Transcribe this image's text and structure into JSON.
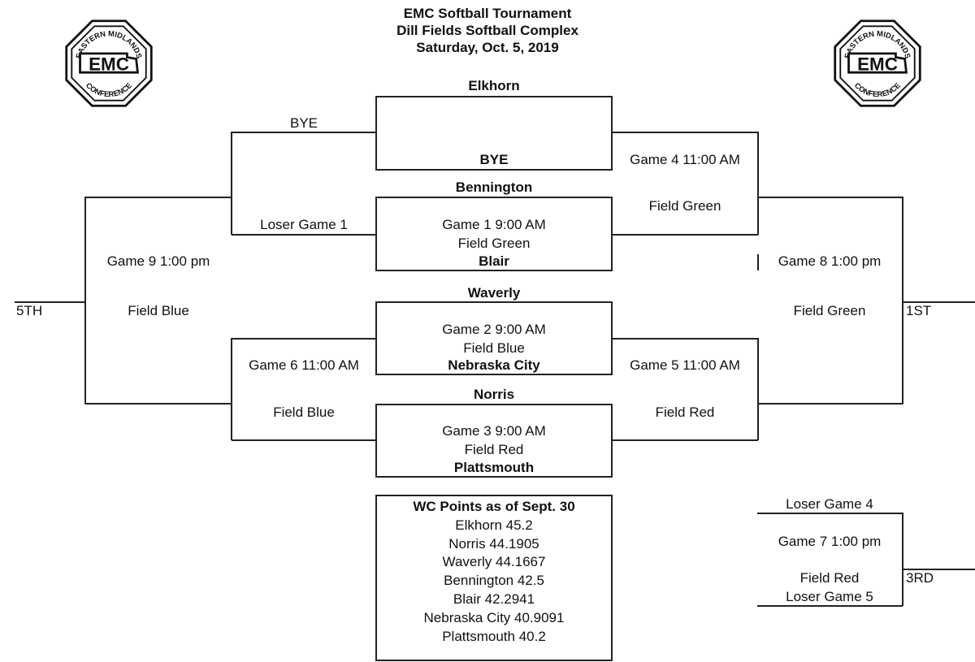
{
  "header": {
    "line1": "EMC Softball Tournament",
    "line2": "Dill Fields Softball Complex",
    "line3": "Saturday, Oct. 5, 2019"
  },
  "logo": {
    "top_text": "EASTERN MIDLANDS",
    "center_text": "EMC",
    "bottom_text": "CONFERENCE"
  },
  "teams": {
    "elkhorn": "Elkhorn",
    "bye": "BYE",
    "bennington": "Bennington",
    "blair": "Blair",
    "waverly": "Waverly",
    "nebraska_city": "Nebraska City",
    "norris": "Norris",
    "plattsmouth": "Plattsmouth"
  },
  "games": {
    "game1": {
      "time": "Game 1  9:00 AM",
      "field": "Field Green"
    },
    "game2": {
      "time": "Game 2  9:00 AM",
      "field": "Field Blue"
    },
    "game3": {
      "time": "Game 3  9:00 AM",
      "field": "Field Red"
    },
    "game4": {
      "time": "Game 4  11:00 AM",
      "field": "Field Green"
    },
    "game5": {
      "time": "Game 5  11:00 AM",
      "field": "Field Red"
    },
    "game6": {
      "time": "Game 6  11:00 AM",
      "field": "Field Blue"
    },
    "game7": {
      "time": "Game 7  1:00 pm",
      "field": "Field Red"
    },
    "game8": {
      "time": "Game 8  1:00 pm",
      "field": "Field Green"
    },
    "game9": {
      "time": "Game 9  1:00 pm",
      "field": "Field Blue"
    }
  },
  "slots": {
    "bye_left": "BYE",
    "loser_game_1": "Loser Game 1",
    "loser_game_4": "Loser Game 4",
    "loser_game_5": "Loser Game 5"
  },
  "places": {
    "fifth": "5TH",
    "first": "1ST",
    "third": "3RD"
  },
  "wc_points": {
    "title": "WC Points as of Sept. 30",
    "entries": [
      "Elkhorn 45.2",
      "Norris 44.1905",
      "Waverly 44.1667",
      "Bennington 42.5",
      "Blair 42.2941",
      "Nebraska City 40.9091",
      "Plattsmouth 40.2"
    ]
  }
}
